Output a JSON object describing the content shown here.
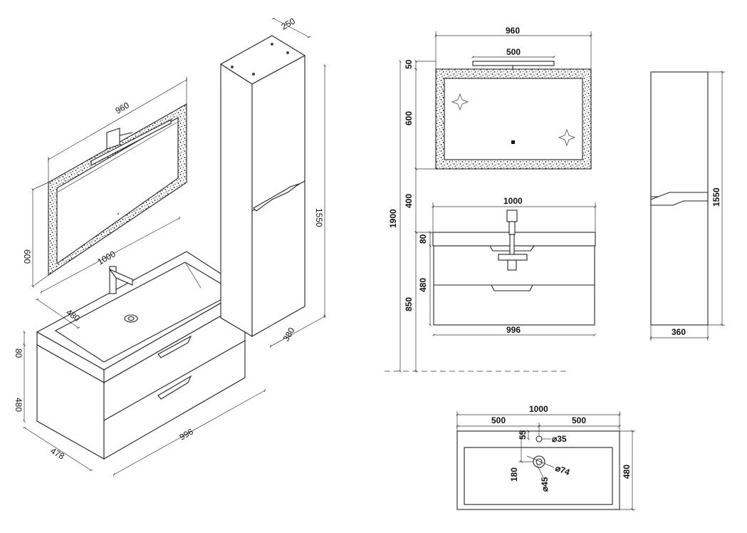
{
  "iso": {
    "mirror_width": "960",
    "mirror_height": "600",
    "basin_width": "1000",
    "basin_depth": "480",
    "top_height": "80",
    "cabinet_height": "480",
    "cabinet_depth": "478",
    "cabinet_width": "996",
    "column_width": "250",
    "column_height": "1550",
    "column_depth": "380"
  },
  "front": {
    "mirror_width": "960",
    "lamp_width": "500",
    "lamp_height": "50",
    "mirror_height": "600",
    "gap": "400",
    "total_height": "1900",
    "basin_width": "1000",
    "top_height": "80",
    "cabinet_height": "480",
    "floor_height": "850",
    "cabinet_width": "996"
  },
  "side": {
    "column_height": "1550",
    "column_width": "360"
  },
  "plan": {
    "total_width": "1000",
    "half_left": "500",
    "half_right": "500",
    "tap_offset": "55",
    "tap_hole": "⌀35",
    "drain_offset": "180",
    "drain_outer": "⌀74",
    "drain_inner": "⌀45",
    "depth": "480"
  }
}
